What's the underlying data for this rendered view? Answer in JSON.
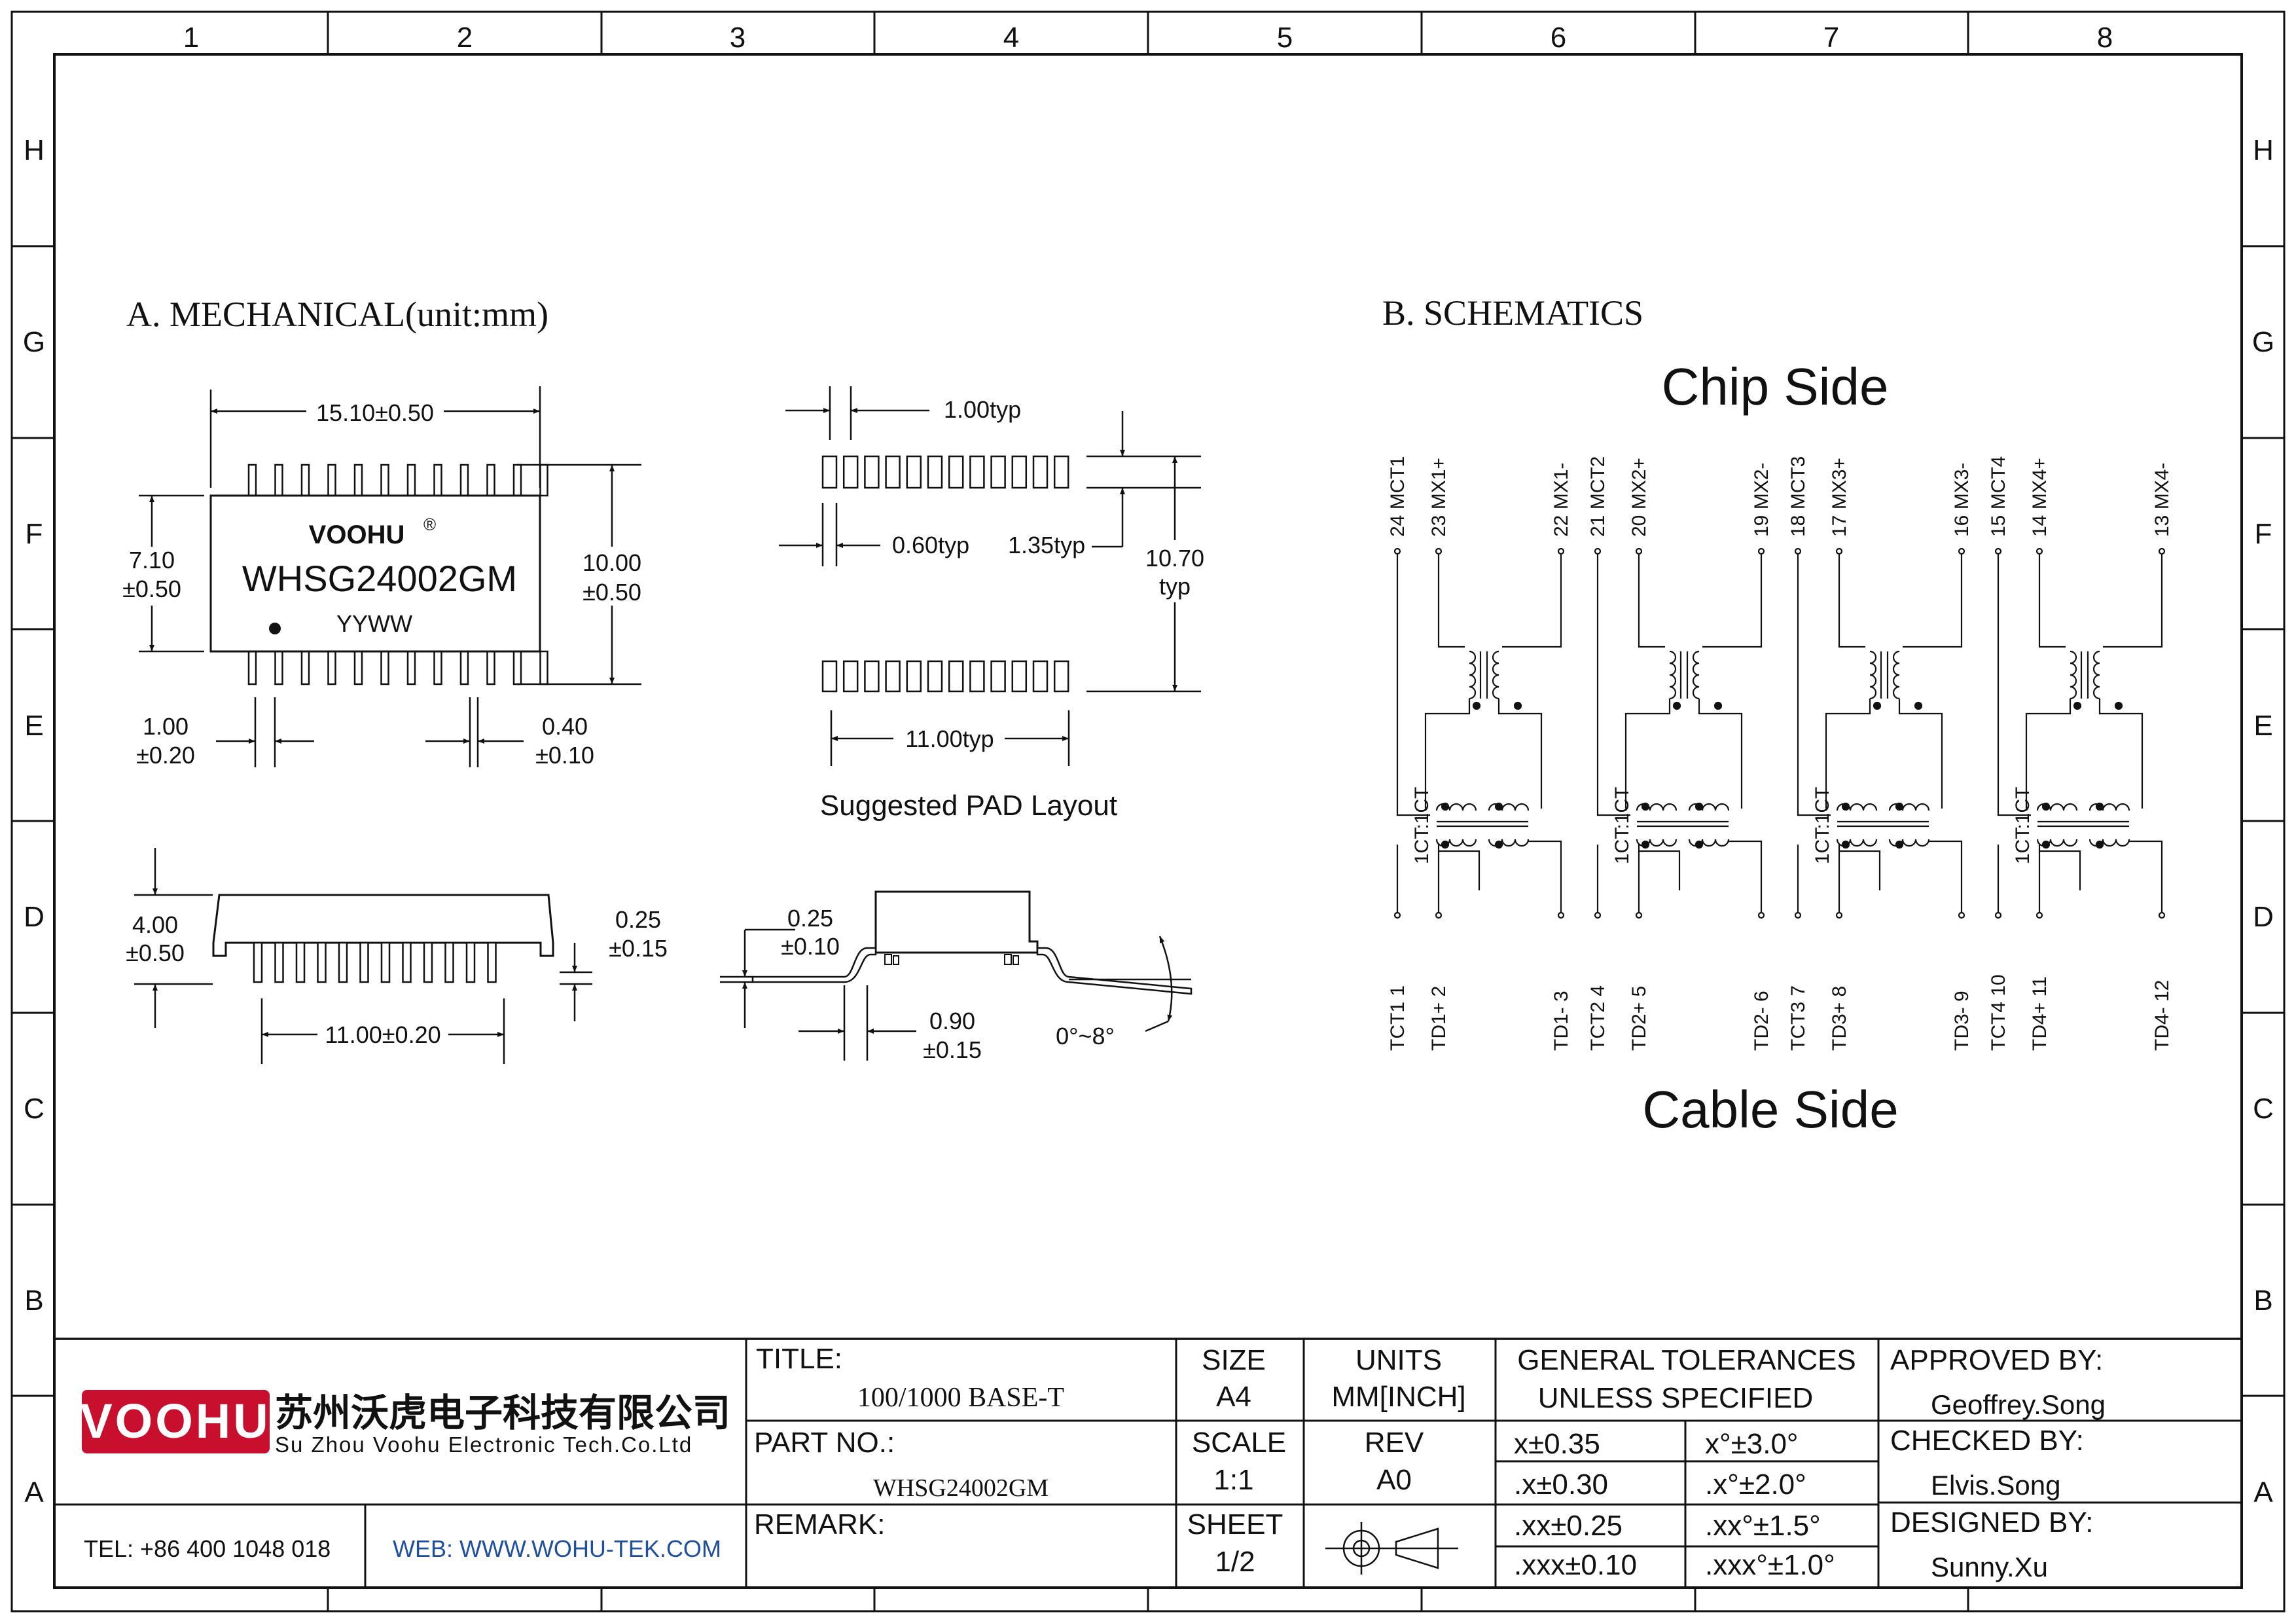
{
  "frame": {
    "columns": [
      "1",
      "2",
      "3",
      "4",
      "5",
      "6",
      "7",
      "8"
    ],
    "rows": [
      "H",
      "G",
      "F",
      "E",
      "D",
      "C",
      "B",
      "A"
    ]
  },
  "mechanical": {
    "heading": "A. MECHANICAL(unit:mm)",
    "top_view": {
      "dim_length": "15.10±0.50",
      "dim_body_width_a": "7.10",
      "dim_body_width_b": "±0.50",
      "dim_total_width_a": "10.00",
      "dim_total_width_b": "±0.50",
      "brand": "VOOHU",
      "registered": "®",
      "part": "WHSG24002GM",
      "date_code": "YYWW",
      "dim_pitch_a": "1.00",
      "dim_pitch_b": "±0.20",
      "dim_lead_a": "0.40",
      "dim_lead_b": "±0.10"
    },
    "pad_layout": {
      "dim_pitch": "1.00typ",
      "dim_pad_width": "0.60typ",
      "dim_pad_len": "1.35typ",
      "dim_span_a": "10.70",
      "dim_span_b": "typ",
      "dim_row": "11.00typ",
      "caption": "Suggested PAD Layout"
    },
    "side_view": {
      "dim_height_a": "4.00",
      "dim_height_b": "±0.50",
      "dim_standoff_a": "0.25",
      "dim_standoff_b": "±0.15",
      "dim_row": "11.00±0.20"
    },
    "end_view": {
      "dim_thick_a": "0.25",
      "dim_thick_b": "±0.10",
      "dim_foot_a": "0.90",
      "dim_foot_b": "±0.15",
      "dim_angle": "0°~8°"
    }
  },
  "schematics": {
    "heading": "B. SCHEMATICS",
    "chip_side": "Chip Side",
    "cable_side": "Cable Side",
    "ratio": "1CT:1CT",
    "channels": [
      {
        "top": [
          "24  MCT1",
          "23  MX1+",
          "22  MX1-"
        ],
        "bottom": [
          "TCT1   1",
          "TD1+   2",
          "TD1-   3"
        ]
      },
      {
        "top": [
          "21  MCT2",
          "20  MX2+",
          "19  MX2-"
        ],
        "bottom": [
          "TCT2   4",
          "TD2+   5",
          "TD2-   6"
        ]
      },
      {
        "top": [
          "18  MCT3",
          "17  MX3+",
          "16  MX3-"
        ],
        "bottom": [
          "TCT3   7",
          "TD3+   8",
          "TD3-   9"
        ]
      },
      {
        "top": [
          "15  MCT4",
          "14  MX4+",
          "13  MX4-"
        ],
        "bottom": [
          "TCT4  10",
          "TD4+  11",
          "TD4-  12"
        ]
      }
    ]
  },
  "title_block": {
    "logo": "VOOHU",
    "company_cn": "苏州沃虎电子科技有限公司",
    "company_en": "Su Zhou Voohu Electronic Tech.Co.Ltd",
    "tel": "TEL: +86 400 1048 018",
    "web": "WEB: WWW.WOHU-TEK.COM",
    "title_label": "TITLE:",
    "title_value": "100/1000 BASE-T",
    "part_label": "PART NO.:",
    "part_value": "WHSG24002GM",
    "remark_label": "REMARK:",
    "size_label": "SIZE",
    "size_value": "A4",
    "units_label": "UNITS",
    "units_value": "MM[INCH]",
    "scale_label": "SCALE",
    "scale_value": "1:1",
    "rev_label": "REV",
    "rev_value": "A0",
    "sheet_label": "SHEET",
    "sheet_value": "1/2",
    "tol_label_a": "GENERAL TOLERANCES",
    "tol_label_b": "UNLESS SPECIFIED",
    "tolerances": [
      [
        "x±0.35",
        "x°±3.0°"
      ],
      [
        ".x±0.30",
        ".x°±2.0°"
      ],
      [
        ".xx±0.25",
        ".xx°±1.5°"
      ],
      [
        ".xxx±0.10",
        ".xxx°±1.0°"
      ]
    ],
    "approved_label": "APPROVED BY:",
    "approved_value": "Geoffrey.Song",
    "checked_label": "CHECKED BY:",
    "checked_value": "Elvis.Song",
    "designed_label": "DESIGNED BY:",
    "designed_value": "Sunny.Xu"
  }
}
